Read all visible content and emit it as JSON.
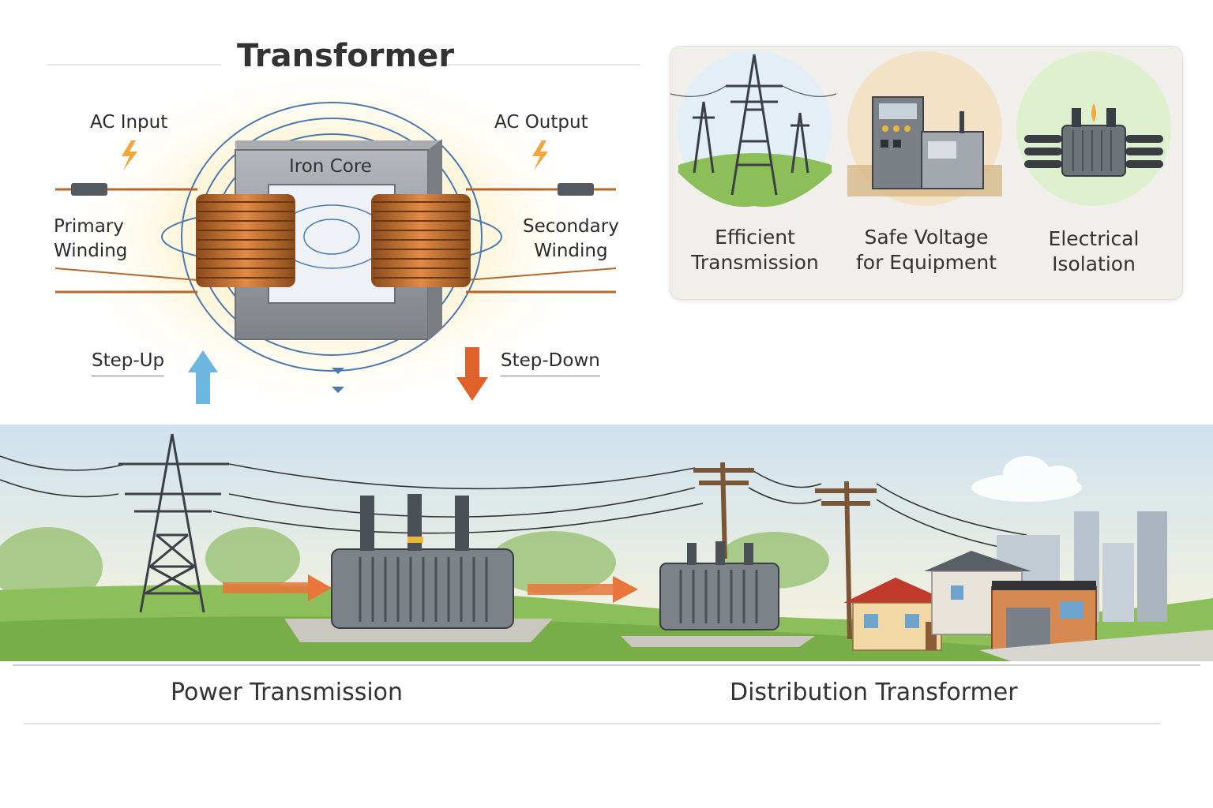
{
  "diagram": {
    "title": "Transformer",
    "labels": {
      "ac_input": "AC Input",
      "ac_output": "AC Output",
      "iron_core": "Iron Core",
      "primary_winding": [
        "Primary",
        "Winding"
      ],
      "secondary_winding": [
        "Secondary",
        "Winding"
      ],
      "step_up": "Step-Up",
      "step_down": "Step-Down"
    },
    "benefits": [
      {
        "lines": [
          "Efficient",
          "Transmission"
        ],
        "icon": "transmission-tower-icon"
      },
      {
        "lines": [
          "Safe Voltage",
          "for Equipment"
        ],
        "icon": "equipment-panel-icon"
      },
      {
        "lines": [
          "Electrical",
          "Isolation"
        ],
        "icon": "isolation-transformer-icon"
      }
    ],
    "bottom_labels": {
      "power_transmission": "Power Transmission",
      "distribution_transformer": "Distribution Transformer"
    },
    "colors": {
      "copper": "#b8662a",
      "field_lines": "#4a79b0",
      "core": "#8f9398",
      "step_up_arrow": "#6cb6e0",
      "step_down_arrow": "#e0622a",
      "flow_arrow": "#e8753a",
      "grass": "#8cbf5a"
    }
  }
}
